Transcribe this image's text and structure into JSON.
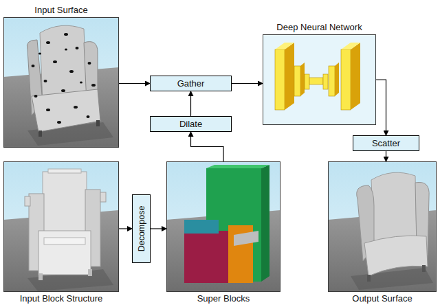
{
  "diagram": {
    "nodes": [
      {
        "text": [
          "Input Surface"
        ]
      },
      {
        "text": [
          "Gather"
        ]
      },
      {
        "text": [
          "Dilate"
        ]
      },
      {
        "text": [
          "Deep Neural Network"
        ]
      },
      {
        "text": [
          "Scatter"
        ]
      },
      {
        "text": [
          "Input Block Structure"
        ]
      },
      {
        "text": [
          "Decompose"
        ]
      },
      {
        "text": [
          "Super Blocks"
        ]
      },
      {
        "text": [
          "Output Surface"
        ]
      }
    ],
    "edges": [
      {
        "from": 0,
        "to": 1,
        "arrow": "to"
      },
      {
        "from": 1,
        "to": 3,
        "arrow": "to"
      },
      {
        "from": 3,
        "to": 4,
        "arrow": "to"
      },
      {
        "from": 4,
        "to": 8,
        "arrow": "to"
      },
      {
        "from": 5,
        "to": 6,
        "arrow": "to"
      },
      {
        "from": 6,
        "to": 7,
        "arrow": "to"
      },
      {
        "from": 7,
        "to": 2,
        "arrow": "to"
      },
      {
        "from": 2,
        "to": 1,
        "arrow": "to"
      }
    ]
  }
}
